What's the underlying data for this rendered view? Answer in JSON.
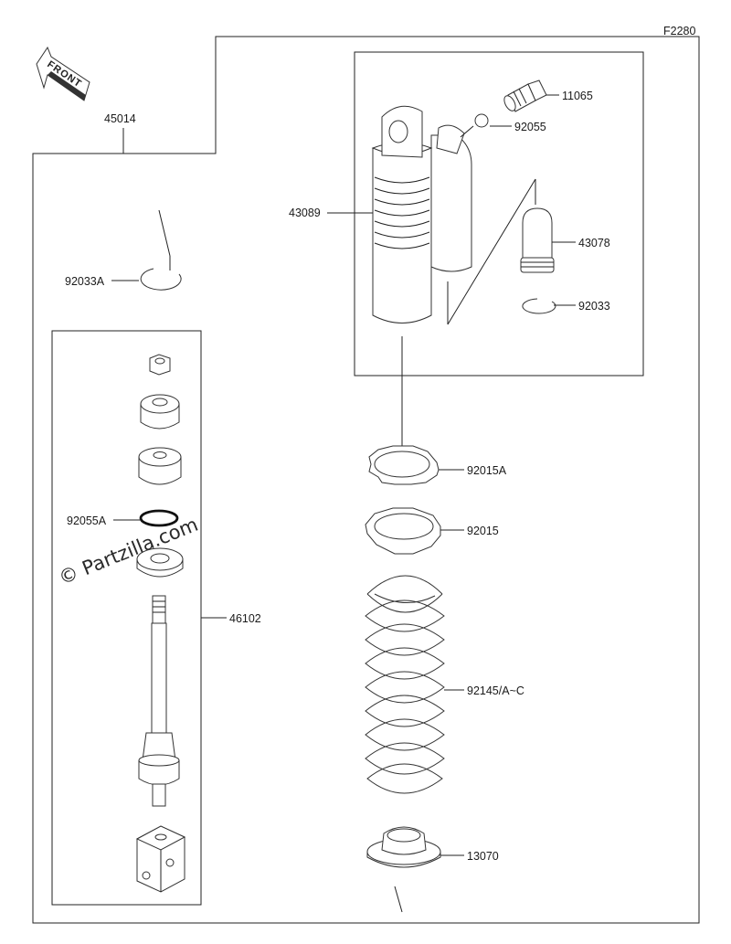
{
  "diagram_code": "F2280",
  "front_label": "FRONT",
  "watermark": "© Partzilla.com",
  "labels": {
    "p45014": "45014",
    "p11065": "11065",
    "p92055": "92055",
    "p43089": "43089",
    "p43078": "43078",
    "p92033": "92033",
    "p92033A": "92033A",
    "p92015A": "92015A",
    "p92015": "92015",
    "p92055A": "92055A",
    "p46102": "46102",
    "p92145": "92145/A~C",
    "p13070": "13070"
  }
}
